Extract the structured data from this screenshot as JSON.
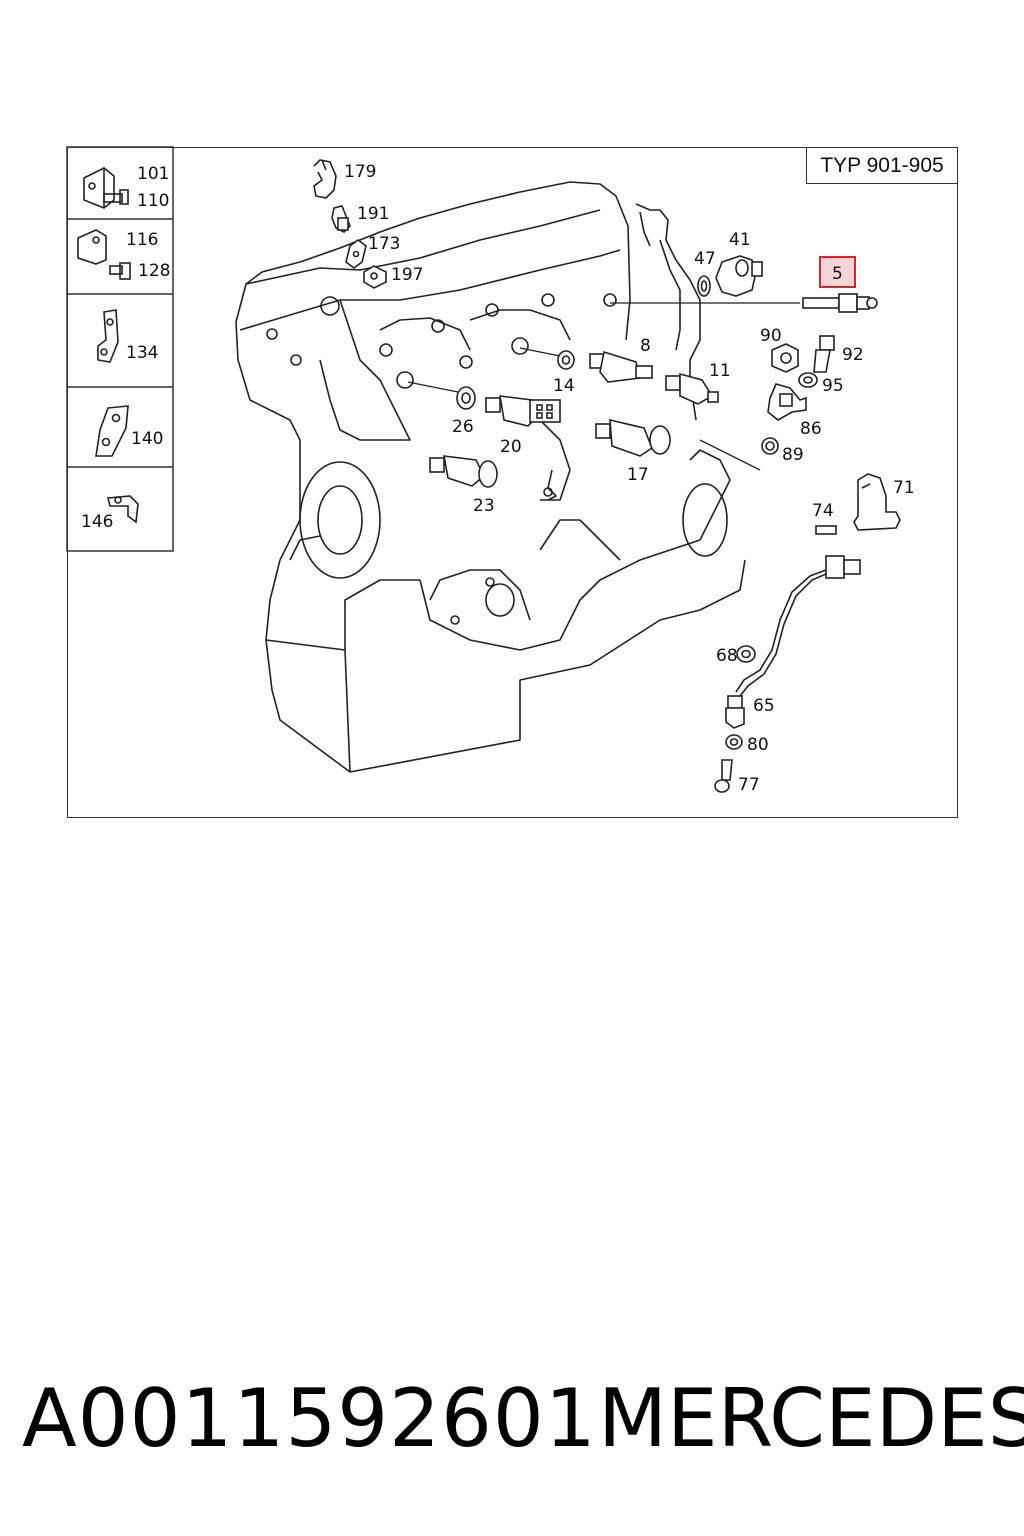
{
  "diagram": {
    "type_label": "TYP 901-905",
    "highlighted_part": "5",
    "highlight_color": "#d9262b",
    "side_panels": [
      {
        "labels": [
          "101",
          "110"
        ]
      },
      {
        "labels": [
          "116",
          "128"
        ]
      },
      {
        "labels": [
          "134"
        ]
      },
      {
        "labels": [
          "140"
        ]
      },
      {
        "labels": [
          "146"
        ]
      }
    ],
    "callouts": [
      "179",
      "191",
      "173",
      "197",
      "41",
      "47",
      "5",
      "8",
      "90",
      "92",
      "95",
      "11",
      "14",
      "26",
      "20",
      "86",
      "89",
      "17",
      "23",
      "71",
      "74",
      "68",
      "65",
      "80",
      "77"
    ]
  },
  "footer": {
    "part_number": "A0011592601",
    "brand": "MERCEDES"
  }
}
